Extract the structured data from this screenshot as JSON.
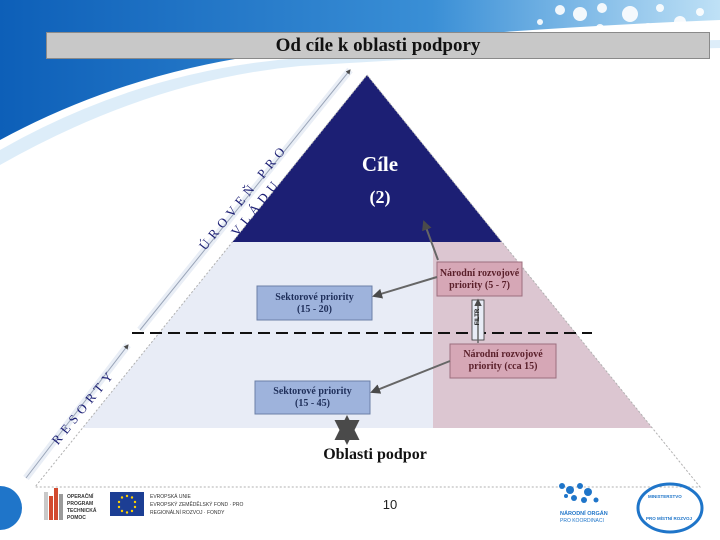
{
  "title": "Od cíle k oblasti podpory",
  "pyramid": {
    "goal_label": "Cíle",
    "goal_count": "(2)",
    "bottom_label": "Oblasti podpor",
    "upper_left_box": {
      "line1": "Sektorové priority",
      "line2": "(15 - 20)"
    },
    "lower_left_box": {
      "line1": "Sektorové priority",
      "line2": "(15 - 45)"
    },
    "upper_right_box": {
      "line1": "Národní rozvojové",
      "line2": "priority (5 - 7)"
    },
    "lower_right_box": {
      "line1": "Národní rozvojové",
      "line2": "priority (cca 15)"
    },
    "filter_label": "FILTR"
  },
  "side_labels": {
    "upper": "ÚROVEŇ PRO VLÁDU",
    "lower": "RESORTY"
  },
  "footer": {
    "page_number": "10",
    "op_logo": {
      "line1": "OPERAČNÍ",
      "line2": "PROGRAM",
      "line3": "TECHNICKÁ",
      "line4": "POMOC"
    },
    "eu_text": {
      "line1": "EVROPSKÁ UNIE",
      "line2": "EVROPSKÝ ZEMĚDĚLSKÝ FOND · PRO",
      "line3": "REGIONÁLNÍ ROZVOJ · FONDY"
    },
    "no_logo": {
      "line1": "NÁRODNÍ ORGÁN",
      "line2": "PRO KOORDINACI"
    },
    "ministry_logo": {
      "line1": "MINISTERSTVO",
      "line2": "PRO MÍSTNÍ ROZVOJ"
    }
  },
  "colors": {
    "navy": "#1c1f74",
    "light_blue": "#e6eaf6",
    "pink": "#dcc6d1",
    "box_blue": "#9eb3dc",
    "box_pink": "#d6a7b6",
    "accent_blue": "#1f75c9"
  }
}
